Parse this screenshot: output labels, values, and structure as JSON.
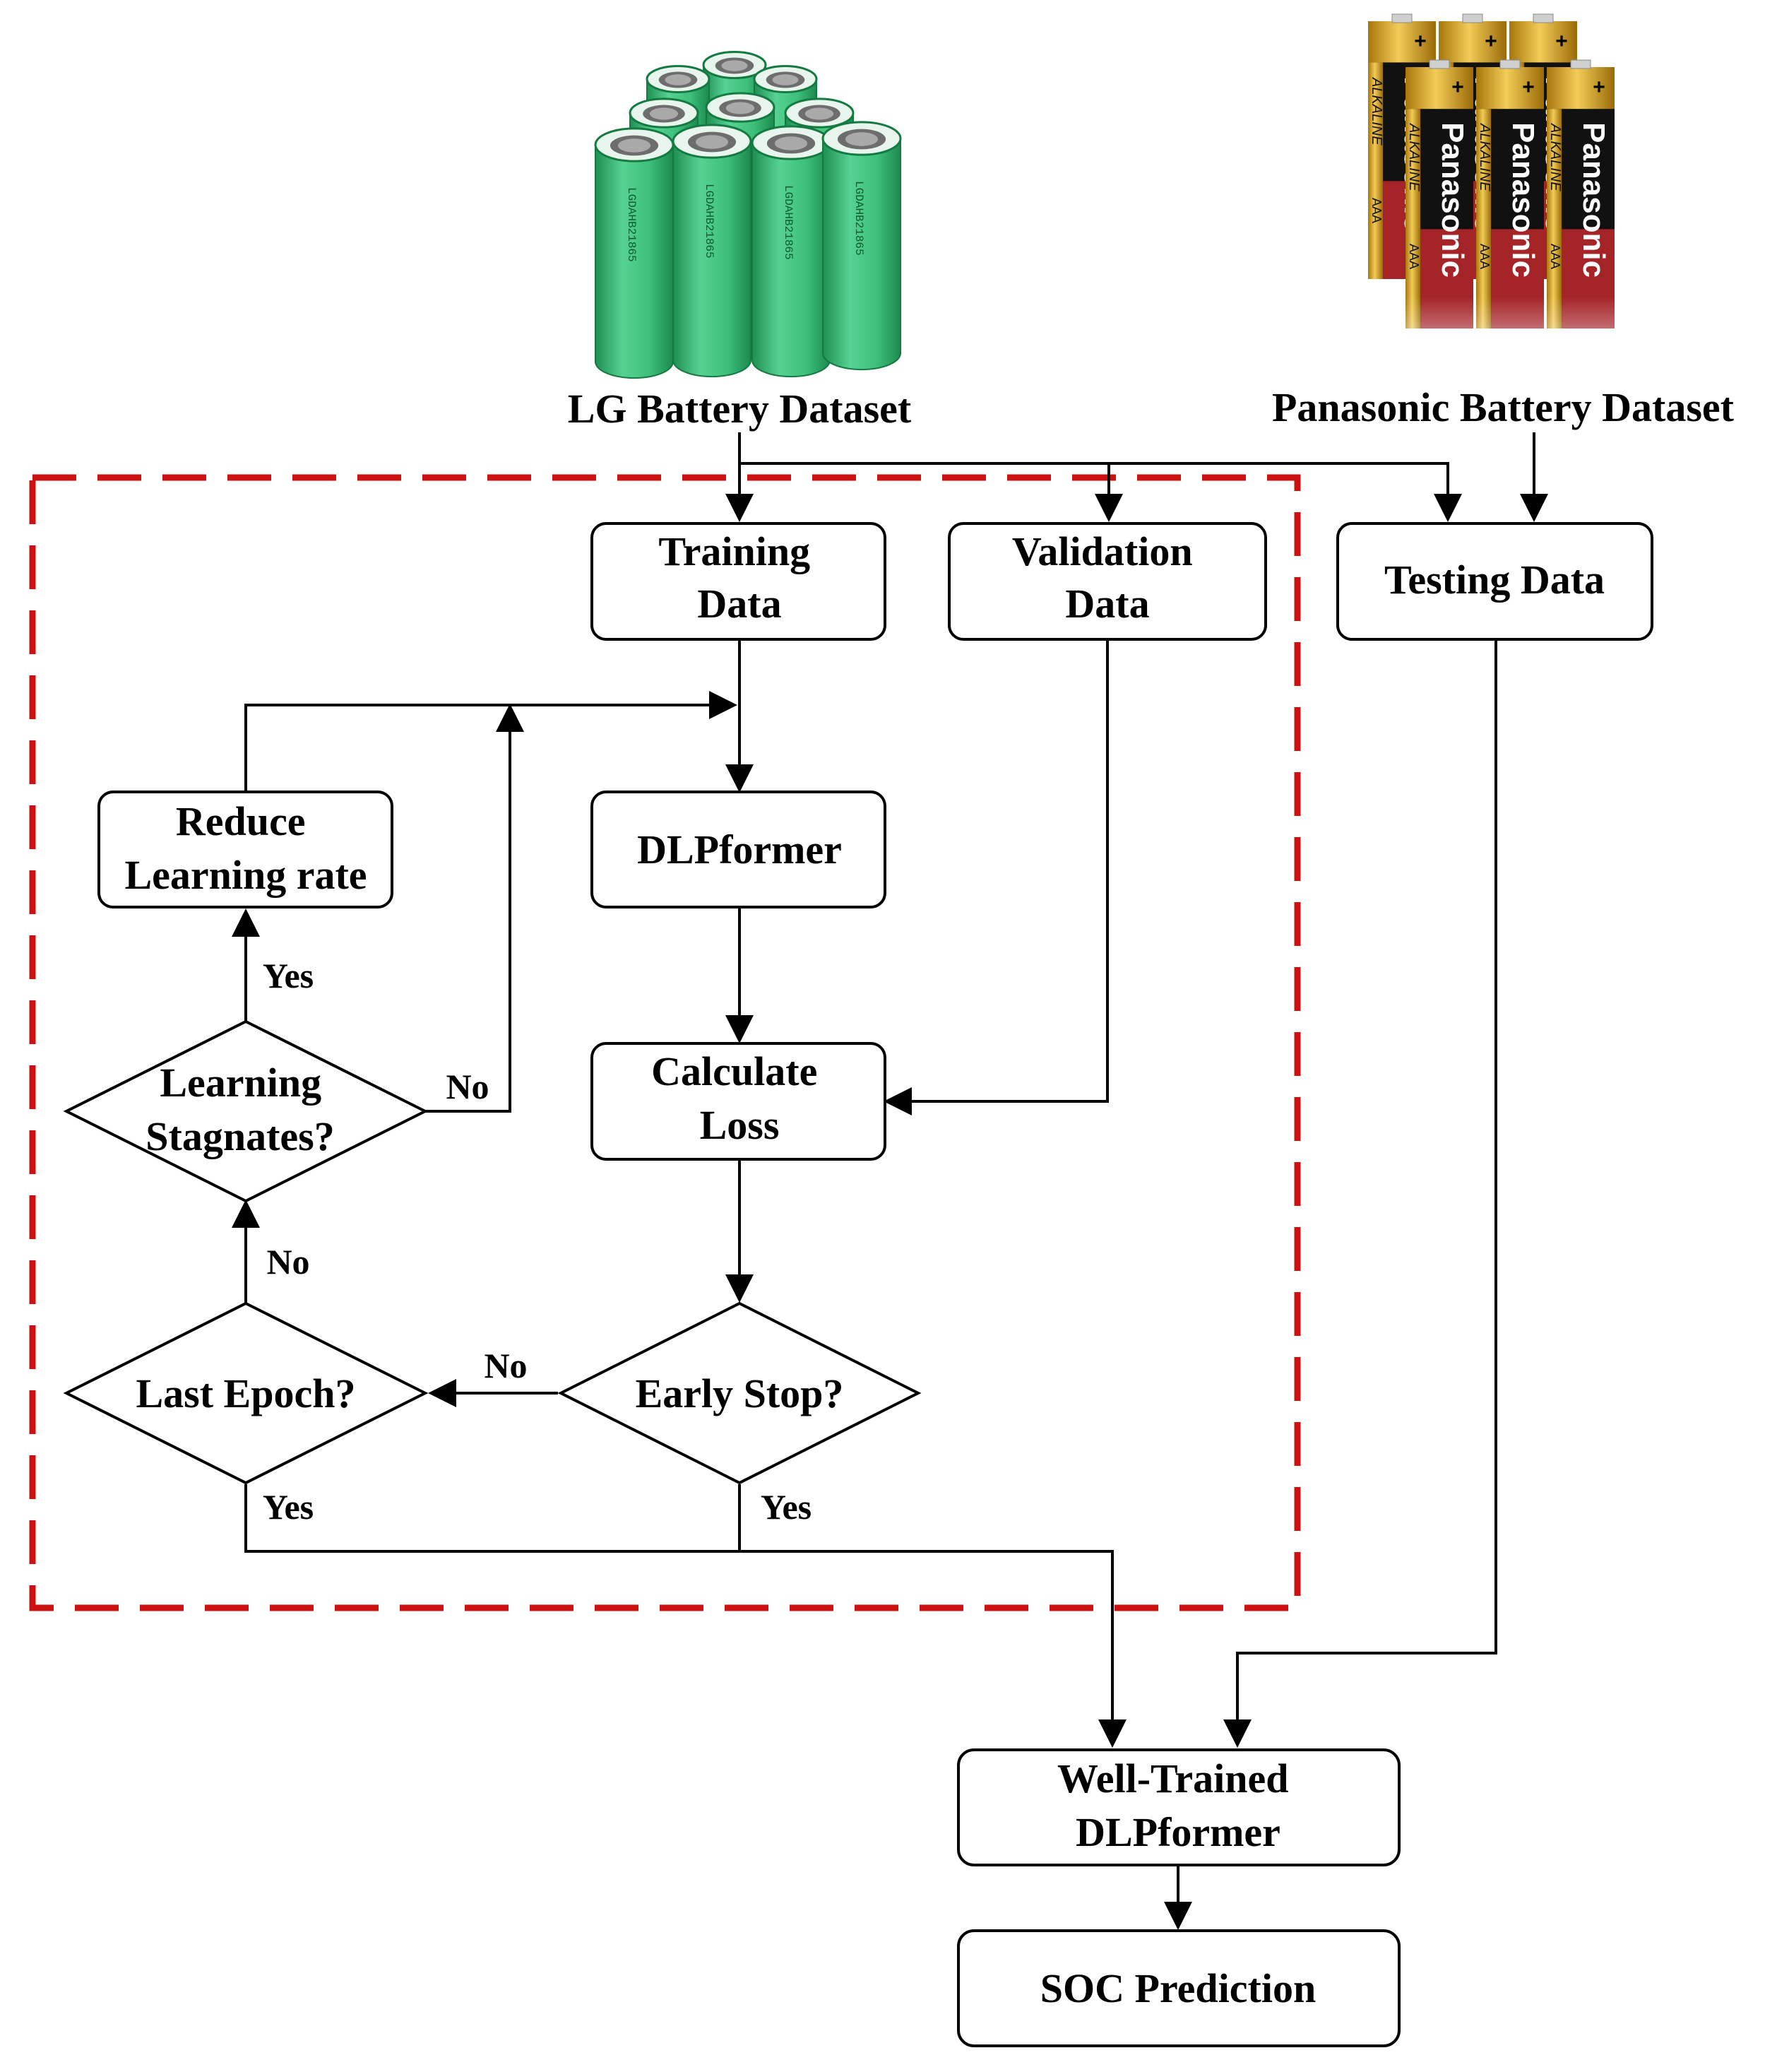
{
  "datasets": {
    "lg": {
      "label": "LG Battery Dataset",
      "cell_text": "LGDAHB21865"
    },
    "panasonic": {
      "label": "Panasonic Battery Dataset",
      "brand": "Panasonic",
      "type": "ALKALINE",
      "size": "AAA",
      "polarity": "+"
    }
  },
  "nodes": {
    "training": [
      "Training",
      "Data"
    ],
    "validation": [
      "Validation",
      "Data"
    ],
    "testing": [
      "Testing Data"
    ],
    "dlpformer": [
      "DLPformer"
    ],
    "reduce": [
      "Reduce",
      "Learning rate"
    ],
    "calculate": [
      "Calculate",
      "Loss"
    ],
    "stagnates": [
      "Learning",
      "Stagnates?"
    ],
    "last_epoch": [
      "Last Epoch?"
    ],
    "early_stop": [
      "Early Stop?"
    ],
    "well_trained": [
      "Well-Trained",
      "DLPformer"
    ],
    "soc": [
      "SOC Prediction"
    ]
  },
  "edge_labels": {
    "yes_reduce": "Yes",
    "no_stagnates": "No",
    "no_last_epoch": "No",
    "no_early_stop": "No",
    "yes_last_epoch": "Yes",
    "yes_early_stop": "Yes"
  },
  "colors": {
    "dashed_border": "#cc1111",
    "lg_cell": "#3cbf7a",
    "panasonic_gold": "#e0a81a",
    "panasonic_black": "#111111",
    "panasonic_red": "#c0282d"
  }
}
